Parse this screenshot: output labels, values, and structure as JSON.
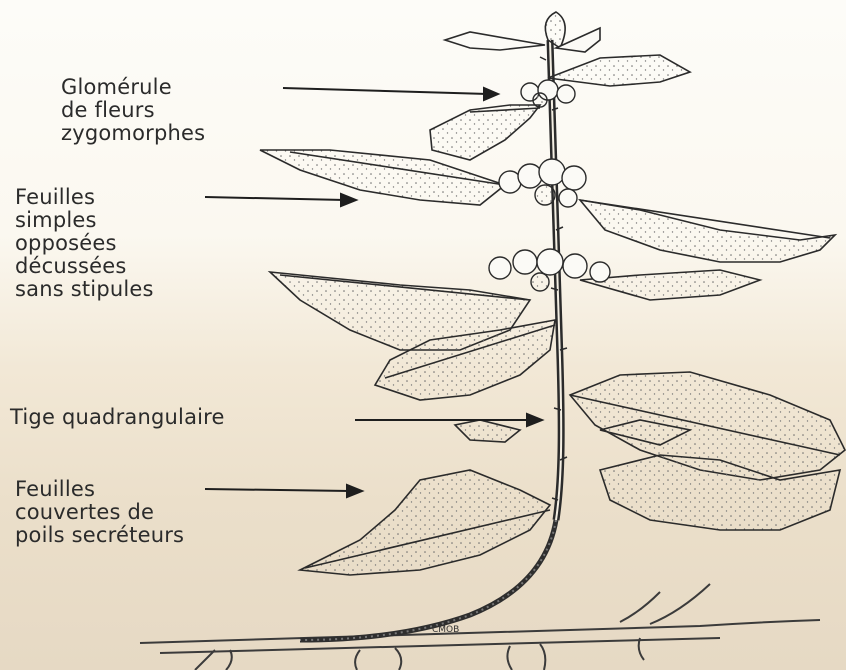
{
  "labels": {
    "glomerule": [
      "Glomérule",
      "de fleurs",
      "zygomorphes"
    ],
    "feuilles_simples": [
      "Feuilles",
      "simples",
      "opposées",
      "décussées",
      "sans stipules"
    ],
    "tige": [
      "Tige quadrangulaire"
    ],
    "feuilles_poils": [
      "Feuilles",
      "couvertes de",
      "poils secréteurs"
    ]
  },
  "signature": "CMOB"
}
